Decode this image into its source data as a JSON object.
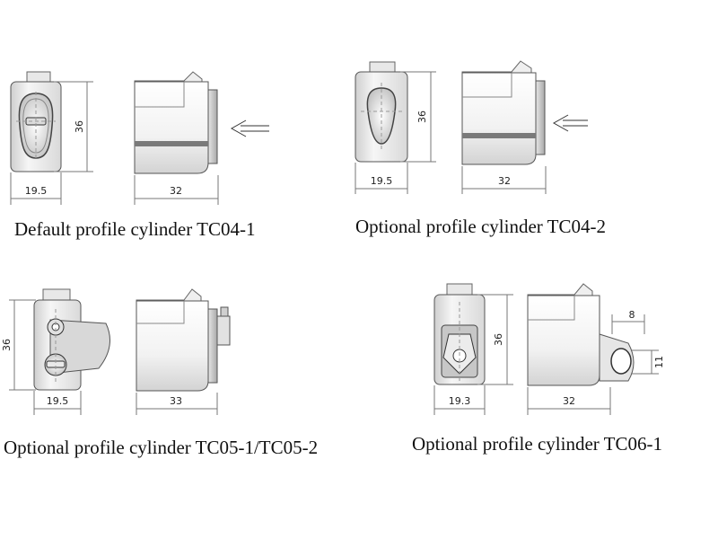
{
  "panels": [
    {
      "id": "tc04-1",
      "caption": "Default profile cylinder TC04-1",
      "front_width": "19.5",
      "front_height": "36",
      "side_length": "32",
      "has_insert_arrow": true
    },
    {
      "id": "tc04-2",
      "caption": "Optional profile cylinder TC04-2",
      "front_width": "19.5",
      "front_height": "36",
      "side_length": "32",
      "has_insert_arrow": true
    },
    {
      "id": "tc05",
      "caption": "Optional profile cylinder TC05-1/TC05-2",
      "front_width": "19.5",
      "front_height": "36",
      "side_length": "33",
      "has_insert_arrow": false
    },
    {
      "id": "tc06-1",
      "caption": "Optional profile cylinder TC06-1",
      "front_width": "19.3",
      "front_height": "36",
      "side_length": "32",
      "ring_offset": "8",
      "ring_diameter": "11",
      "has_insert_arrow": false
    }
  ],
  "colors": {
    "body_light": "#f4f4f4",
    "body_shade": "#c9c9c9",
    "outline": "#555555",
    "dim_line": "#777777"
  }
}
